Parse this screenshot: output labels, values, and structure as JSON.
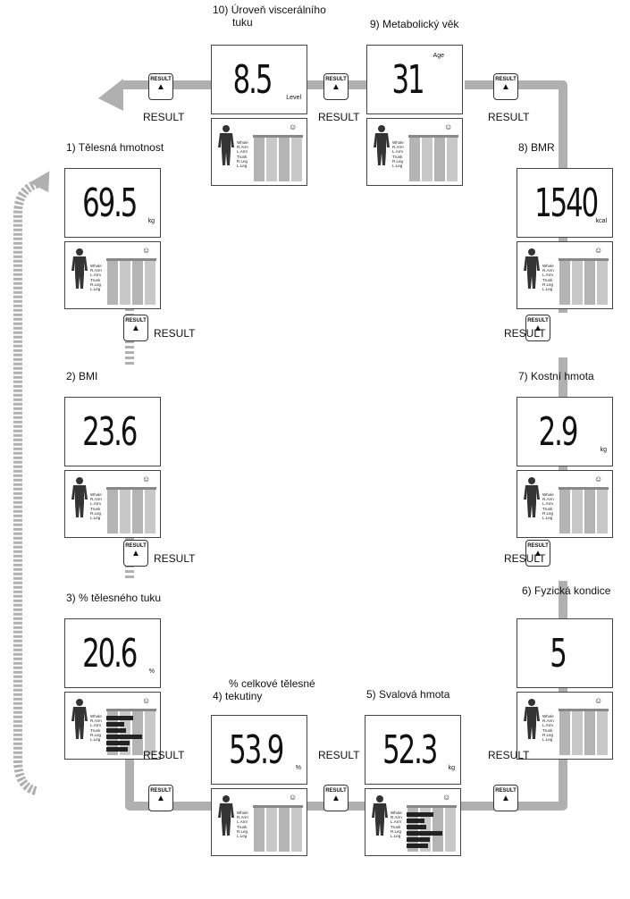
{
  "result_label": "RESULT",
  "segment_labels": [
    "Whole",
    "R.Arm",
    "L.Arm",
    "Trunk",
    "R.Leg",
    "L.Leg"
  ],
  "colors": {
    "arrow_gray": "#a8a8a8",
    "lcd_border": "#444444"
  },
  "steps": [
    {
      "id": 1,
      "num": "1)",
      "label": "Tělesná hmotnost",
      "value": "69.5",
      "unit": "kg"
    },
    {
      "id": 2,
      "num": "2)",
      "label": "BMI",
      "value": "23.6",
      "unit": ""
    },
    {
      "id": 3,
      "num": "3)",
      "label": "% tělesného tuku",
      "value": "20.6",
      "unit": "%"
    },
    {
      "id": 4,
      "num": "4)",
      "label_line1": "% celkové tělesné",
      "label_line2": "tekutiny",
      "value": "53.9",
      "unit": "%"
    },
    {
      "id": 5,
      "num": "5)",
      "label": "Svalová hmota",
      "value": "52.3",
      "unit": "kg"
    },
    {
      "id": 6,
      "num": "6)",
      "label": "Fyzická kondice",
      "value": "5",
      "unit": ""
    },
    {
      "id": 7,
      "num": "7)",
      "label": "Kostní hmota",
      "value": "2.9",
      "unit": "kg"
    },
    {
      "id": 8,
      "num": "8)",
      "label": "BMR",
      "value": "1540",
      "unit": "kcal"
    },
    {
      "id": 9,
      "num": "9)",
      "label": "Metabolický věk",
      "value": "31",
      "unit": "Age"
    },
    {
      "id": 10,
      "num": "10)",
      "label_line1": "Úroveň viscerálního",
      "label_line2": "tuku",
      "value": "8.5",
      "unit": "Level"
    }
  ]
}
